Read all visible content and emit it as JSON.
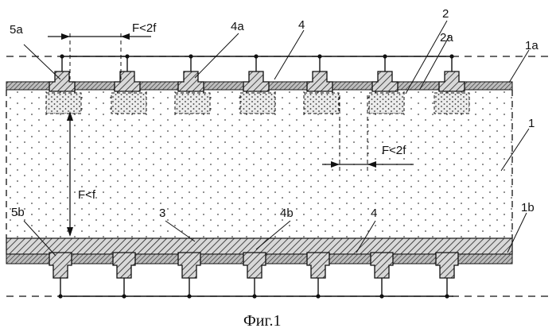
{
  "figure": {
    "caption": "Фиг.1",
    "labels": {
      "top_contact": "5a",
      "top_spacing": "F<2f",
      "top_finger": "4a",
      "top_bus": "4",
      "diffusion_region": "2",
      "diffusion_sub": "2a",
      "top_layer": "1a",
      "substrate": "1",
      "region_spacing": "F<2f",
      "thickness": "F<f",
      "bottom_contact": "5b",
      "bottom_layer_3": "3",
      "bottom_finger": "4b",
      "bottom_bus": "4",
      "bottom_layer": "1b"
    },
    "counts": {
      "top_contacts": 7,
      "top_regions": 7,
      "bottom_contacts": 7
    }
  },
  "colors": {
    "ink": "#111111",
    "substrate_fill": "#fbfbfb",
    "dot": "#444444",
    "hatch": "#222222"
  }
}
